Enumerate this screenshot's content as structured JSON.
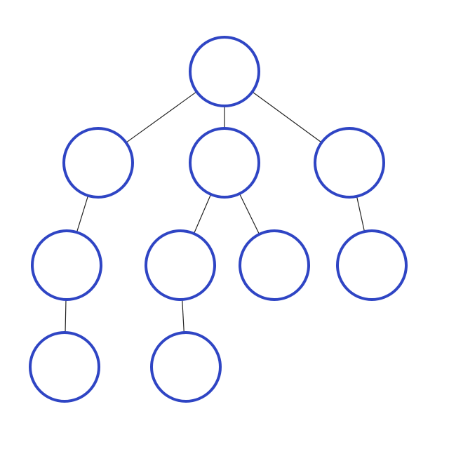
{
  "diagram": {
    "type": "tree",
    "colors": {
      "node_stroke": "#2f45c4",
      "node_fill": "#ffffff",
      "edge_stroke": "#222222",
      "background": "#ffffff"
    },
    "nodes": [
      {
        "id": "root",
        "label": "",
        "parent": null
      },
      {
        "id": "a",
        "label": "",
        "parent": "root"
      },
      {
        "id": "b",
        "label": "",
        "parent": "root"
      },
      {
        "id": "c",
        "label": "",
        "parent": "root"
      },
      {
        "id": "a1",
        "label": "",
        "parent": "a"
      },
      {
        "id": "b1",
        "label": "",
        "parent": "b"
      },
      {
        "id": "b2",
        "label": "",
        "parent": "b"
      },
      {
        "id": "c1",
        "label": "",
        "parent": "c"
      },
      {
        "id": "a1x",
        "label": "",
        "parent": "a1"
      },
      {
        "id": "b1x",
        "label": "",
        "parent": "b1"
      }
    ]
  }
}
